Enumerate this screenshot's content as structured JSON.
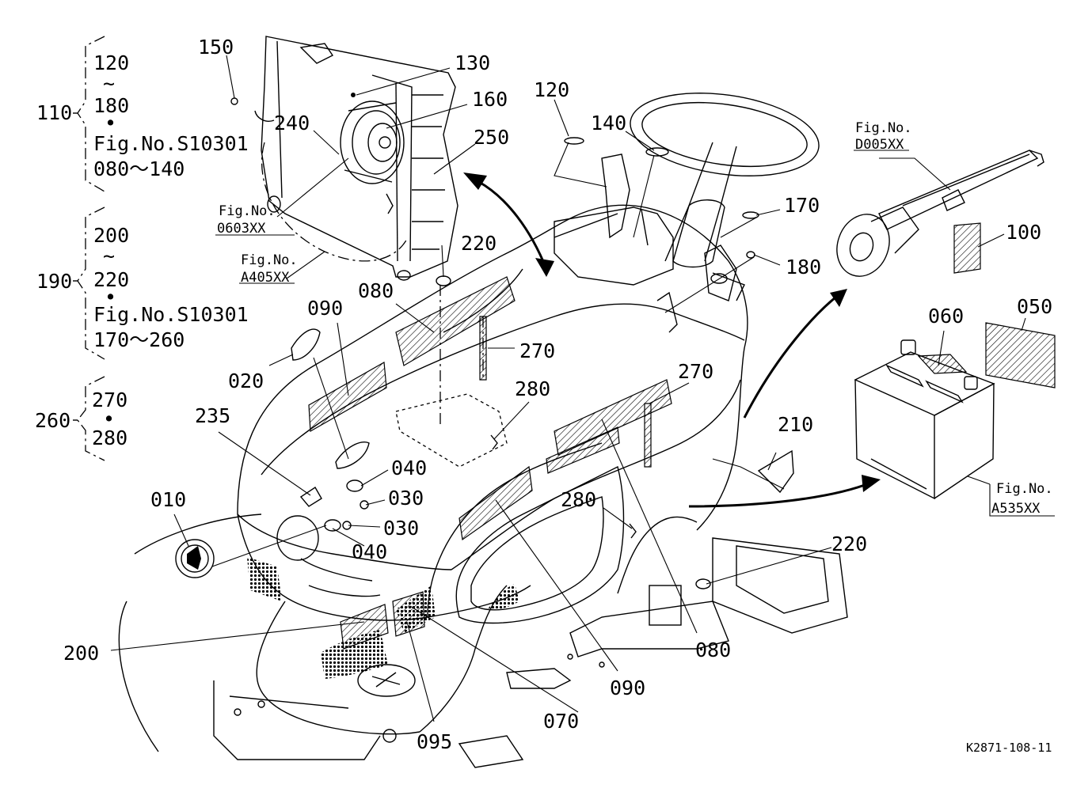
{
  "drawing_code": "K2871-108-11",
  "groups": [
    {
      "id": "110",
      "lines": [
        "120",
        "~",
        "180",
        "•",
        "Fig.No.S10301",
        "080～140"
      ]
    },
    {
      "id": "190",
      "lines": [
        "200",
        "~",
        "220",
        "•",
        "Fig.No.S10301",
        "170～260"
      ]
    },
    {
      "id": "260",
      "lines": [
        "270",
        "•",
        "280"
      ]
    }
  ],
  "fig_refs": {
    "f0603": {
      "l1": "Fig.No.",
      "l2": "0603XX"
    },
    "fa405": {
      "l1": "Fig.No.",
      "l2": "A405XX"
    },
    "fd005": {
      "l1": "Fig.No.",
      "l2": "D005XX"
    },
    "fa535": {
      "l1": "Fig.No.",
      "l2": "A535XX"
    }
  },
  "callouts": {
    "c150": "150",
    "c130": "130",
    "c160": "160",
    "c240": "240",
    "c250": "250",
    "c120": "120",
    "c140": "140",
    "c170": "170",
    "c180": "180",
    "c100": "100",
    "c220a": "220",
    "c080a": "080",
    "c090a": "090",
    "c270a": "270",
    "c020": "020",
    "c060": "060",
    "c050": "050",
    "c270b": "270",
    "c280a": "280",
    "c235": "235",
    "c210": "210",
    "c040a": "040",
    "c030a": "030",
    "c010": "010",
    "c030b": "030",
    "c280b": "280",
    "c040b": "040",
    "c220b": "220",
    "c200": "200",
    "c080b": "080",
    "c090b": "090",
    "c070": "070",
    "c095": "095"
  }
}
